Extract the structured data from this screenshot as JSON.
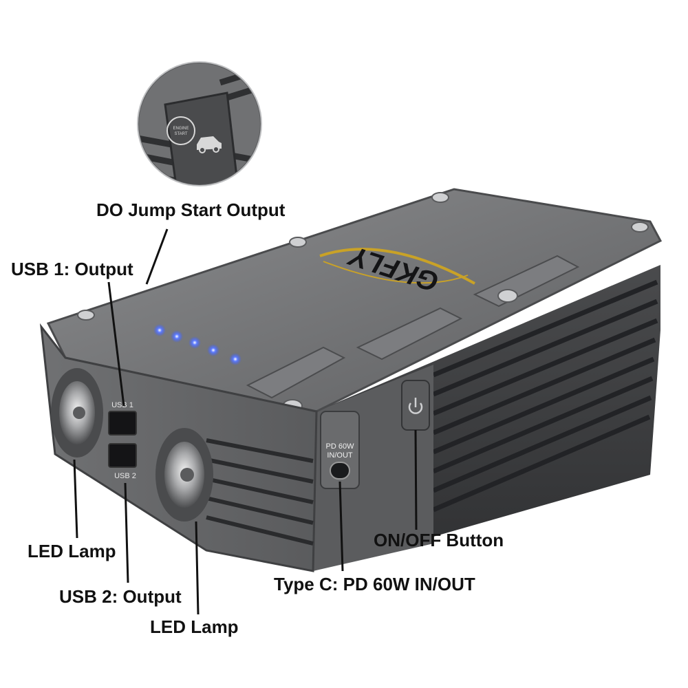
{
  "callouts": {
    "jump_start": "DO Jump Start Output",
    "usb1": "USB 1: Output",
    "led_left": "LED Lamp",
    "usb2": "USB 2: Output",
    "led_right": "LED Lamp",
    "type_c": "Type C: PD 60W IN/OUT",
    "power_button": "ON/OFF Button"
  },
  "device": {
    "brand": "GKFLY",
    "usb1_port_label": "USB 1",
    "usb2_port_label": "USB 2",
    "pd_label_line1": "PD 60W",
    "pd_label_line2": "IN/OUT",
    "engine_start_line1": "ENGINE",
    "engine_start_line2": "START",
    "battery_indicator_count": 5
  },
  "colors": {
    "body": "#6f7072",
    "body_dark": "#3b3c3e",
    "leader_line": "#111111",
    "indicator_led": "#3a5cff",
    "logo_gold": "#c9a227"
  }
}
